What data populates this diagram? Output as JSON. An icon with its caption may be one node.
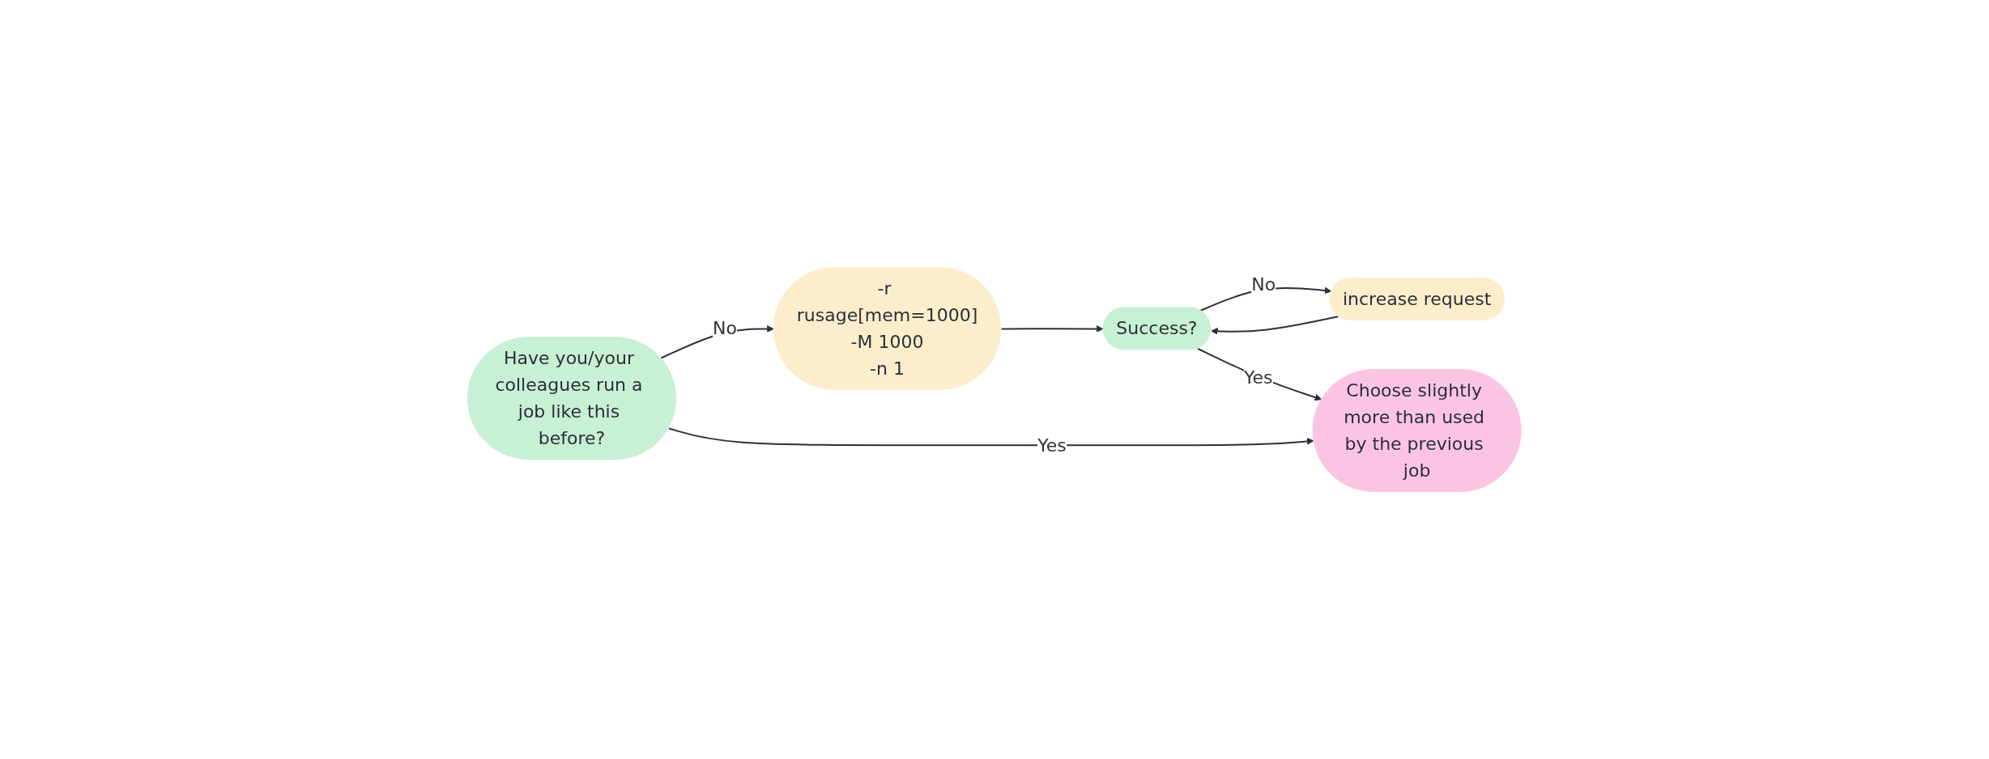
{
  "diagram": {
    "nodes": [
      {
        "text": [
          "Have you/your colleagues run a job like this before?"
        ]
      },
      {
        "text": [
          "-r rusage[mem=1000]",
          "-M 1000",
          "-n 1"
        ]
      },
      {
        "text": [
          "Success?"
        ]
      },
      {
        "text": [
          "increase request"
        ]
      },
      {
        "text": [
          "Choose slightly more than used by the previous job"
        ]
      }
    ],
    "edges": [
      {
        "from": 0,
        "to": 1,
        "arrow": "to",
        "label": "No"
      },
      {
        "from": 1,
        "to": 2,
        "arrow": "to"
      },
      {
        "from": 2,
        "to": 3,
        "arrow": "to",
        "label": "No"
      },
      {
        "from": 3,
        "to": 2,
        "arrow": "to"
      },
      {
        "from": 2,
        "to": 4,
        "arrow": "to",
        "label": "Yes"
      },
      {
        "from": 0,
        "to": 4,
        "arrow": "to",
        "label": "Yes"
      }
    ]
  }
}
